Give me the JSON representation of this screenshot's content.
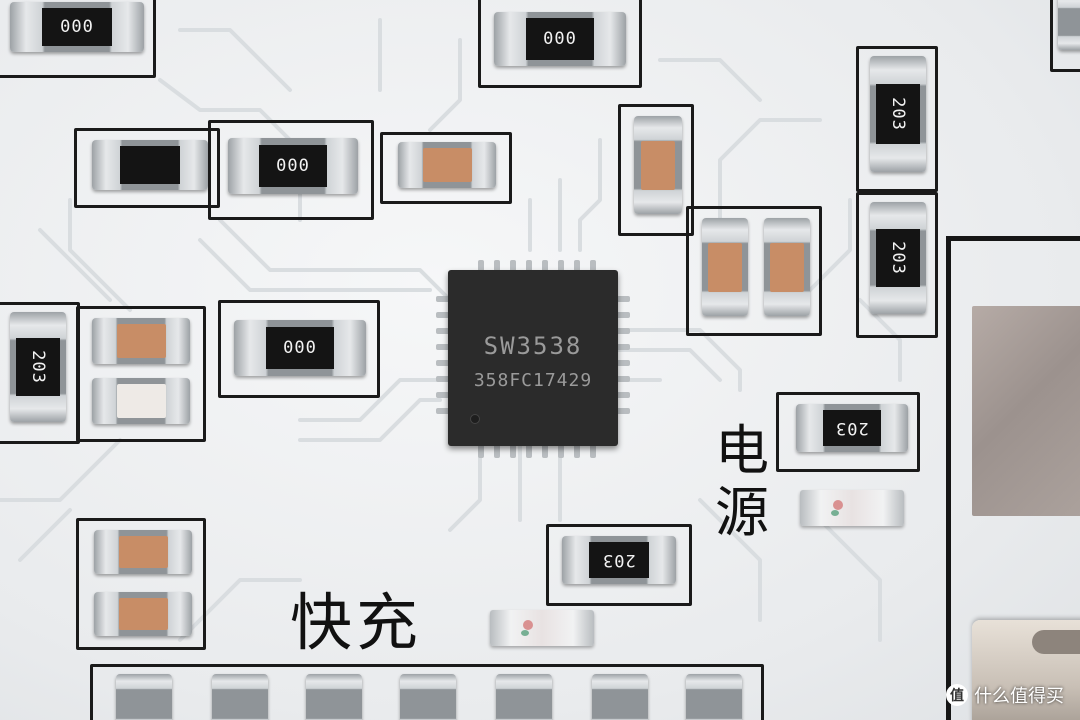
{
  "board": {
    "chip_marking_line1": "SW3538",
    "chip_marking_line2": "358FC17429",
    "silkscreen_fast_charge": "快充",
    "silkscreen_power": "电源",
    "resistor_000": "000",
    "resistor_203": "203",
    "watermark_icon": "值",
    "watermark_text": "什么值得买",
    "colors": {
      "pcb": "#eceef0",
      "solder_mask_outline": "#1a1a1a",
      "ic_body": "#2b2b2b",
      "capacitor": "#c88d66"
    }
  }
}
